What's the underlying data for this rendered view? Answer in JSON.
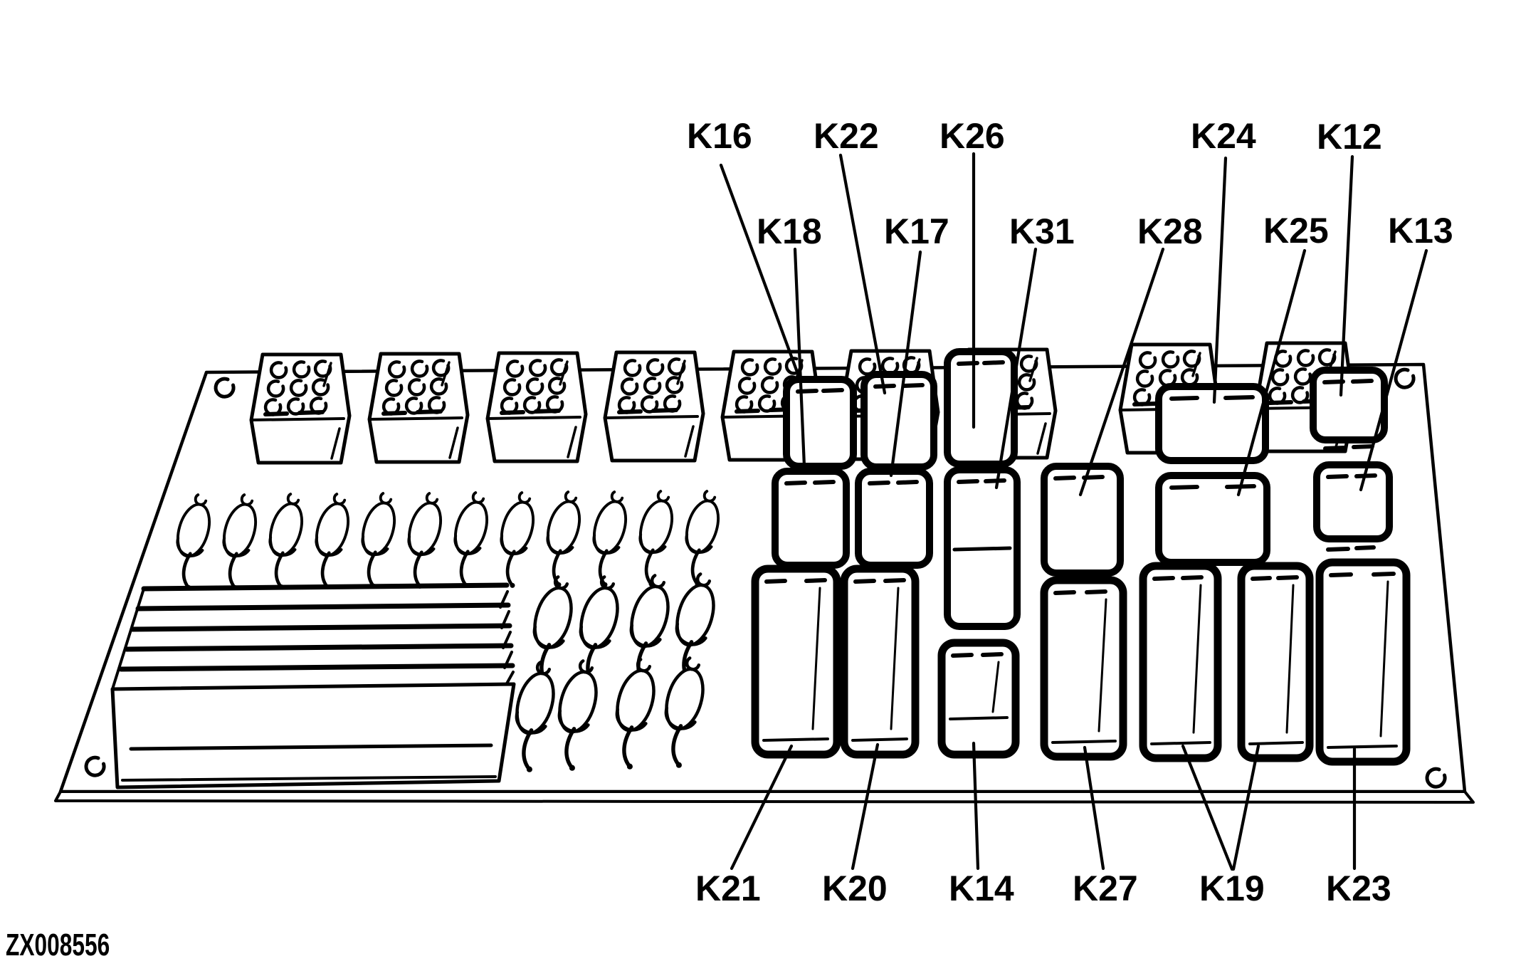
{
  "figure_code": "ZX008556",
  "labels": {
    "K16": "K16",
    "K22": "K22",
    "K26": "K26",
    "K24": "K24",
    "K12": "K12",
    "K18": "K18",
    "K17": "K17",
    "K31": "K31",
    "K28": "K28",
    "K25": "K25",
    "K13": "K13",
    "K21": "K21",
    "K20": "K20",
    "K14": "K14",
    "K27": "K27",
    "K19": "K19",
    "K23": "K23"
  },
  "label_rows": {
    "top": [
      "K16",
      "K22",
      "K26",
      "K24",
      "K12"
    ],
    "middle": [
      "K18",
      "K17",
      "K31",
      "K28",
      "K25",
      "K13"
    ],
    "bottom": [
      "K21",
      "K20",
      "K14",
      "K27",
      "K19",
      "K23"
    ]
  },
  "colors": {
    "ink": "#000000",
    "paper": "#ffffff"
  }
}
